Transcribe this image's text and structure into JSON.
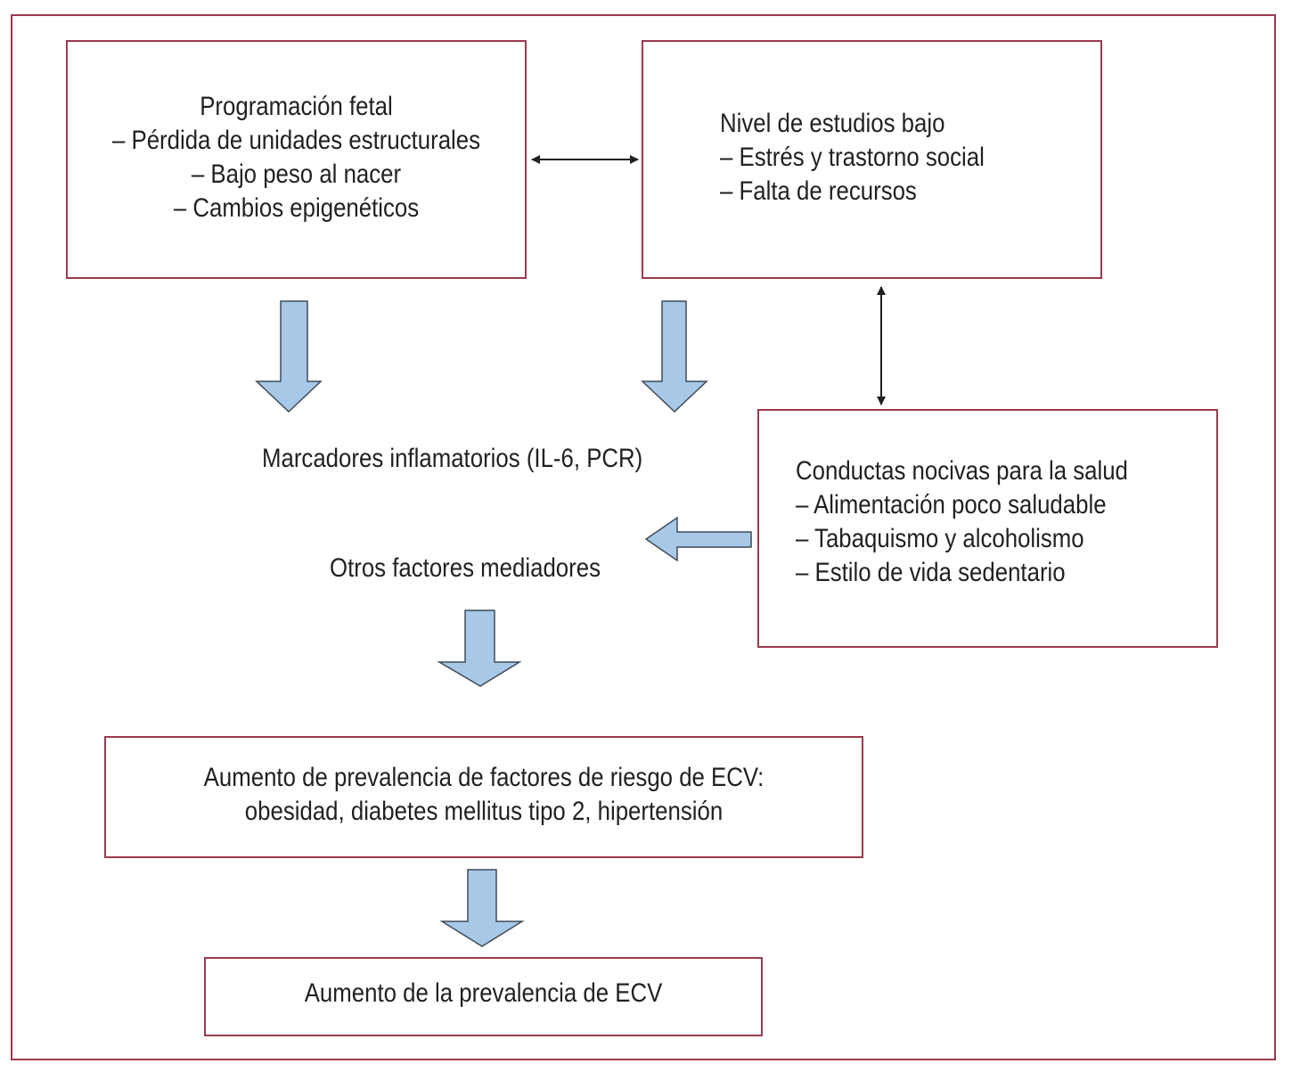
{
  "colors": {
    "border": "#9b3a4f",
    "arrow_fill": "#a8c8e8",
    "arrow_stroke": "#3e4a57",
    "text": "#231f20"
  },
  "nodes": {
    "fetal": {
      "title": "Programación fetal",
      "items": [
        "– Pérdida de unidades estructurales",
        "– Bajo peso al nacer",
        "– Cambios epigenéticos"
      ]
    },
    "education": {
      "title": "Nivel de estudios bajo",
      "items": [
        "– Estrés y trastorno social",
        "– Falta de recursos"
      ]
    },
    "behaviors": {
      "title": "Conductas nocivas para la salud",
      "items": [
        "– Alimentación poco saludable",
        "– Tabaquismo y alcoholismo",
        "– Estilo de vida sedentario"
      ]
    },
    "markers": "Marcadores inflamatorios (IL-6, PCR)",
    "mediators": "Otros factores mediadores",
    "risk": {
      "line1": "Aumento de prevalencia de factores de riesgo de ECV:",
      "line2": "obesidad, diabetes mellitus tipo 2, hipertensión"
    },
    "cvd": "Aumento de la prevalencia de ECV"
  },
  "edges": [
    {
      "from": "fetal",
      "to": "education",
      "type": "bidirectional"
    },
    {
      "from": "education",
      "to": "behaviors",
      "type": "bidirectional"
    },
    {
      "from": "fetal",
      "to": "markers",
      "type": "block-down"
    },
    {
      "from": "education",
      "to": "markers",
      "type": "block-down"
    },
    {
      "from": "behaviors",
      "to": "mediators",
      "type": "block-left"
    },
    {
      "from": "mediators",
      "to": "risk",
      "type": "block-down"
    },
    {
      "from": "risk",
      "to": "cvd",
      "type": "block-down"
    }
  ]
}
